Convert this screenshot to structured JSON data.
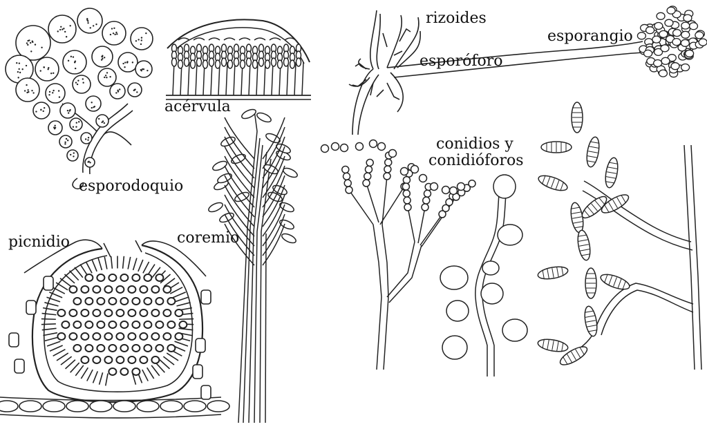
{
  "labels": {
    "acervula": "acérvula",
    "esporodoquio": "esporodoquio",
    "picnidio": "picnidio",
    "coremio": "coremio",
    "rizoides": "rizoides",
    "esporoforo": "esporóforo",
    "esporangio": "esporangio",
    "conidios_line1": "conidios y",
    "conidios_line2": "conidióforos"
  }
}
